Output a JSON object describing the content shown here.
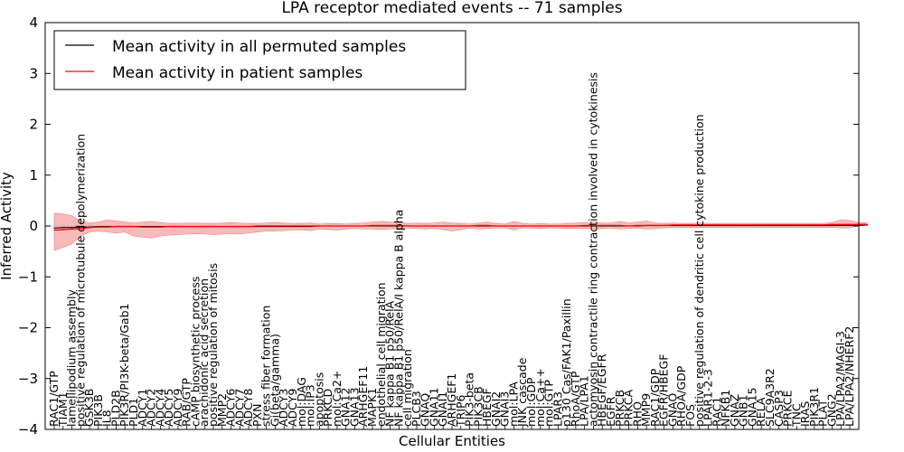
{
  "chart_data": {
    "type": "line",
    "title": "LPA receptor mediated events -- 71 samples",
    "xlabel": "Cellular Entities",
    "ylabel": "Inferred Activity",
    "ylim": [
      -4,
      4
    ],
    "yticks": [
      -4,
      -3,
      -2,
      -1,
      0,
      1,
      2,
      3,
      4
    ],
    "grid": false,
    "legend_position": "top-left",
    "categories": [
      "RAC1/GTP",
      "TIAM1",
      "lamellipodium assembly",
      "positive regulation of microtubule depolymerization",
      "GSK3B",
      "PIK3B",
      "IL8",
      "PLD2B",
      "PIK3R/PI3K-beta/Gab1",
      "PLD1",
      "ADCY1",
      "ADCY2",
      "ADCY4",
      "ADCY5",
      "ADCY9",
      "RAB/GTP",
      "cAMP biosynthetic process",
      "arachidonic acid secretion",
      "positive regulation of mitosis",
      "MMP2",
      "ADCY6",
      "ADCY7",
      "ADCY8",
      "PXN",
      "stress fiber formation",
      "Gi(beta/gamma)",
      "ADCY3",
      "ADCY9",
      "mol:DAG",
      "mol:IP3",
      "apoptosis",
      "PRKCD",
      "mol:Ca2+",
      "GNA12",
      "GNA13",
      "ARHGEF11",
      "MAPK1",
      "endothelial cell migration",
      "NF kappa B1 p50/RelA",
      "NF kappa B1 p50/RelA/I kappa B alpha",
      "cell migration",
      "PLCB3",
      "GNAQ",
      "GNA11",
      "GNAI1",
      "ARHGEF1",
      "TRIP6",
      "PIK3-beta",
      "PIK3CB",
      "HBEGF",
      "GNAI2",
      "GNAI3",
      "mol:LPA",
      "JNK cascade",
      "mol:GDP",
      "mol:Ca++",
      "mol:GTP",
      "LPAR3",
      "p130 Cas/FAK1/Paxillin",
      "RhoA/GTP",
      "LPA/LPA1",
      "actomyosin contractile ring contraction involved in cytokinesis",
      "HBEGF/EGFR",
      "EGFR",
      "PRKCB",
      "PRKCA",
      "RHO",
      "MMP9",
      "RAC1/GDP",
      "EGFR/HBEGF",
      "GNAO",
      "RHOA/GDP",
      "FOS",
      "positive regulation of dendritic cell cytokine production",
      "LPAR1-2-3",
      "RAC1",
      "NFKB1",
      "GNAZ",
      "GNB1",
      "GNA15",
      "RELA",
      "SLC9A3R2",
      "CASP3",
      "PRKCE",
      "TNC",
      "IRAS",
      "PIK3R1",
      "PLAT",
      "GNG2",
      "LPA/LPA2/MAGI-3",
      "LPA/LPA2/NHERF2"
    ],
    "series": [
      {
        "name": "Mean activity in all permuted samples",
        "color": "#000000",
        "values": [
          -0.04,
          -0.03,
          -0.03,
          -0.02,
          -0.02,
          -0.01,
          -0.01,
          -0.01,
          -0.01,
          -0.01,
          -0.01,
          -0.01,
          -0.01,
          -0.01,
          -0.01,
          -0.01,
          -0.01,
          -0.01,
          -0.01,
          -0.01,
          -0.01,
          -0.01,
          -0.01,
          -0.01,
          -0.01,
          -0.01,
          -0.01,
          -0.01,
          -0.01,
          -0.01,
          0.0,
          0.0,
          0.0,
          0.0,
          0.0,
          0.0,
          0.0,
          0.0,
          0.0,
          0.0,
          0.0,
          0.0,
          0.0,
          0.0,
          0.0,
          0.0,
          0.0,
          0.0,
          0.0,
          0.0,
          0.0,
          0.0,
          0.0,
          0.0,
          0.0,
          0.0,
          0.0,
          0.0,
          0.0,
          0.0,
          0.0,
          0.0,
          0.0,
          0.0,
          0.0,
          0.0,
          0.0,
          0.01,
          0.01,
          0.01,
          0.01,
          0.01,
          0.01,
          0.01,
          0.01,
          0.01,
          0.01,
          0.01,
          0.01,
          0.01,
          0.01,
          0.01,
          0.01,
          0.01,
          0.01,
          0.01,
          0.01,
          0.01,
          0.01,
          0.01,
          0.01,
          0.01,
          0.02
        ]
      },
      {
        "name": "Mean activity in patient samples",
        "color": "#ff0000",
        "band_color": "#f08080",
        "values": [
          -0.08,
          -0.07,
          -0.06,
          -0.05,
          -0.03,
          -0.02,
          -0.02,
          -0.01,
          -0.01,
          -0.01,
          -0.02,
          -0.02,
          -0.02,
          -0.01,
          -0.01,
          -0.01,
          -0.01,
          -0.01,
          -0.01,
          -0.01,
          -0.01,
          -0.01,
          -0.01,
          0.0,
          0.0,
          0.0,
          0.0,
          0.0,
          0.0,
          0.0,
          0.0,
          0.0,
          0.0,
          0.0,
          0.0,
          0.0,
          0.01,
          0.01,
          0.01,
          0.01,
          0.0,
          0.0,
          0.0,
          0.0,
          0.0,
          0.0,
          0.0,
          0.0,
          0.01,
          0.01,
          0.0,
          0.0,
          0.0,
          0.0,
          0.0,
          0.0,
          0.0,
          0.0,
          0.0,
          0.0,
          0.01,
          0.01,
          0.01,
          0.01,
          0.01,
          0.0,
          0.01,
          0.01,
          0.01,
          0.01,
          0.02,
          0.02,
          0.02,
          0.02,
          0.02,
          0.02,
          0.02,
          0.02,
          0.02,
          0.02,
          0.02,
          0.02,
          0.02,
          0.02,
          0.02,
          0.02,
          0.02,
          0.02,
          0.03,
          0.03,
          0.03,
          0.03,
          0.03
        ],
        "band_upper": [
          0.25,
          0.24,
          0.2,
          0.1,
          0.06,
          0.08,
          0.12,
          0.1,
          0.08,
          0.06,
          0.08,
          0.09,
          0.07,
          0.05,
          0.05,
          0.06,
          0.06,
          0.05,
          0.05,
          0.06,
          0.07,
          0.06,
          0.05,
          0.05,
          0.06,
          0.07,
          0.06,
          0.05,
          0.05,
          0.06,
          0.04,
          0.05,
          0.05,
          0.04,
          0.05,
          0.06,
          0.08,
          0.09,
          0.08,
          0.07,
          0.05,
          0.06,
          0.05,
          0.06,
          0.08,
          0.06,
          0.05,
          0.04,
          0.06,
          0.08,
          0.05,
          0.04,
          0.09,
          0.05,
          0.04,
          0.05,
          0.04,
          0.04,
          0.05,
          0.06,
          0.07,
          0.08,
          0.06,
          0.06,
          0.09,
          0.06,
          0.08,
          0.1,
          0.06,
          0.05,
          0.06,
          0.05,
          0.05,
          0.06,
          0.05,
          0.05,
          0.05,
          0.05,
          0.05,
          0.05,
          0.05,
          0.05,
          0.05,
          0.05,
          0.05,
          0.05,
          0.05,
          0.05,
          0.07,
          0.12,
          0.11,
          0.07,
          0.06
        ],
        "band_lower": [
          -0.48,
          -0.42,
          -0.35,
          -0.2,
          -0.12,
          -0.1,
          -0.12,
          -0.14,
          -0.12,
          -0.2,
          -0.22,
          -0.24,
          -0.2,
          -0.18,
          -0.17,
          -0.16,
          -0.15,
          -0.16,
          -0.17,
          -0.16,
          -0.15,
          -0.16,
          -0.14,
          -0.12,
          -0.1,
          -0.1,
          -0.09,
          -0.08,
          -0.08,
          -0.09,
          -0.06,
          -0.07,
          -0.08,
          -0.06,
          -0.05,
          -0.06,
          -0.06,
          -0.07,
          -0.06,
          -0.05,
          -0.04,
          -0.05,
          -0.06,
          -0.05,
          -0.07,
          -0.1,
          -0.07,
          -0.04,
          -0.06,
          -0.05,
          -0.04,
          -0.04,
          -0.08,
          -0.04,
          -0.04,
          -0.05,
          -0.04,
          -0.04,
          -0.05,
          -0.05,
          -0.05,
          -0.06,
          -0.05,
          -0.04,
          -0.06,
          -0.05,
          -0.04,
          -0.06,
          -0.05,
          -0.04,
          -0.03,
          -0.03,
          -0.03,
          -0.03,
          -0.03,
          -0.03,
          -0.03,
          -0.03,
          -0.03,
          -0.03,
          -0.03,
          -0.03,
          -0.03,
          -0.03,
          -0.03,
          -0.03,
          -0.03,
          -0.03,
          -0.03,
          -0.04,
          -0.04,
          -0.02,
          -0.02
        ]
      }
    ]
  }
}
